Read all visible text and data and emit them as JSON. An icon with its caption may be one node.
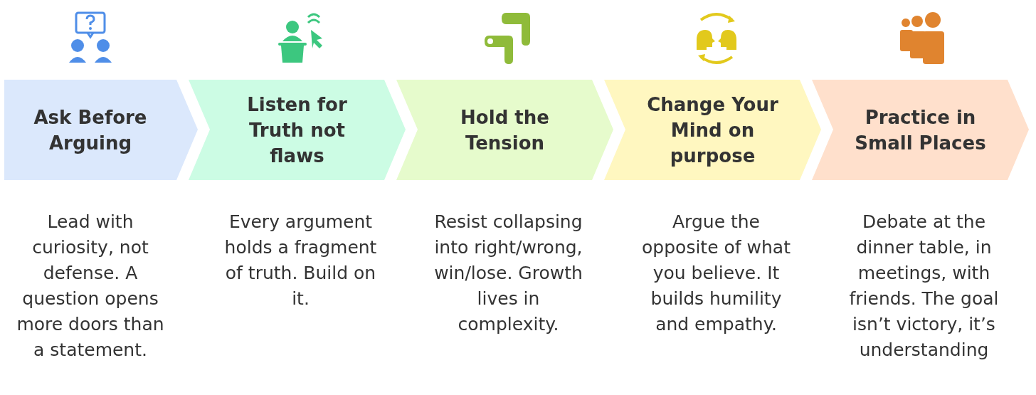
{
  "diagram": {
    "nodes": [
      {
        "text": [
          "Ask Before Arguing"
        ],
        "beside": [
          "Lead with curiosity, not defense. A question opens more doors than a statement."
        ]
      },
      {
        "text": [
          "Listen for Truth not flaws"
        ],
        "beside": [
          "Every argument holds a fragment of truth. Build on it."
        ]
      },
      {
        "text": [
          "Hold the Tension"
        ],
        "beside": [
          "Resist collapsing into right/wrong, win/lose. Growth lives in complexity."
        ]
      },
      {
        "text": [
          "Change Your Mind on purpose"
        ],
        "beside": [
          "Argue the opposite of what you believe. It builds humility and empathy."
        ]
      },
      {
        "text": [
          "Practice in Small Places"
        ],
        "beside": [
          "Debate at the dinner table, in meetings, with friends. The goal isn’t victory, it’s understanding"
        ]
      }
    ]
  }
}
